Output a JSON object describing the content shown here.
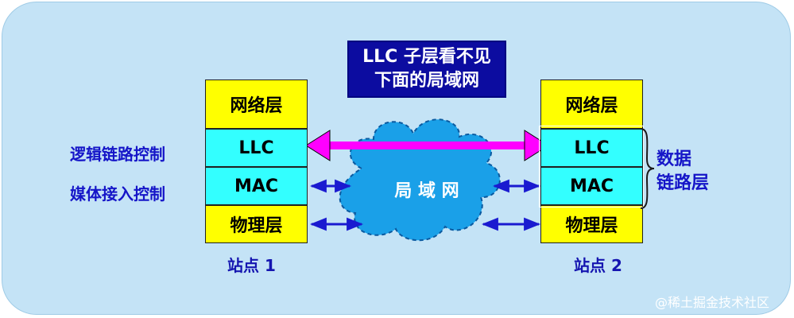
{
  "title_box": {
    "line1": "LLC 子层看不见",
    "line2": "下面的局域网"
  },
  "left_station": {
    "layers": [
      "网络层",
      "LLC",
      "MAC",
      "物理层"
    ],
    "label": "站点 1"
  },
  "right_station": {
    "layers": [
      "网络层",
      "LLC",
      "MAC",
      "物理层"
    ],
    "label": "站点 2"
  },
  "side_labels": {
    "llc": "逻辑链路控制",
    "mac": "媒体接入控制"
  },
  "data_link_label": {
    "line1": "数据",
    "line2": "链路层"
  },
  "cloud": {
    "label": "局 域 网"
  },
  "watermark": "@稀土掘金技术社区",
  "colors": {
    "panel": "#c4e3f6",
    "layer_yellow": "#ffff00",
    "layer_cyan": "#33ffff",
    "title_bg": "#0c0ca0",
    "arrow_magenta": "#ff00ff",
    "arrow_blue": "#1a1ad0",
    "cloud": "#1aa0e8",
    "label_blue": "#1515c8"
  }
}
